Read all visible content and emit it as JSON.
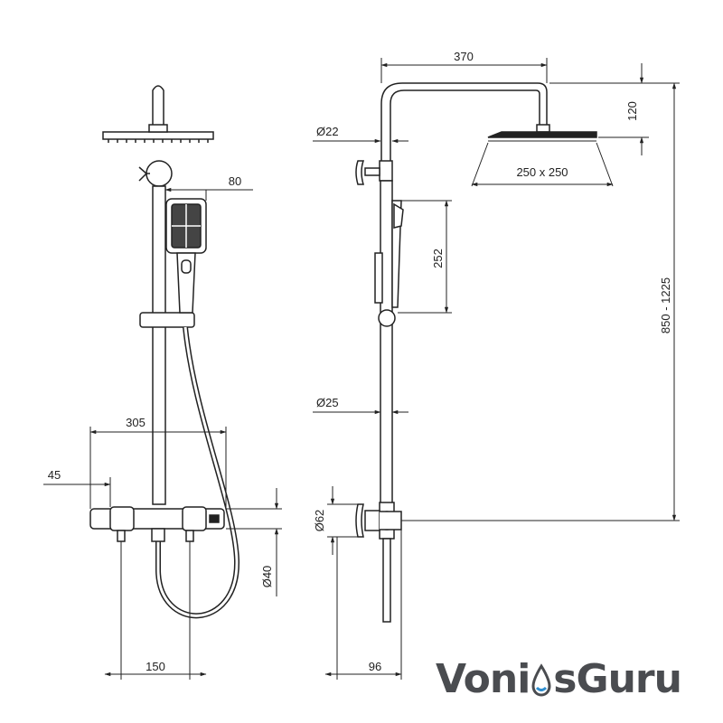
{
  "dimensions": {
    "head_offset": "370",
    "head_drop": "120",
    "pipe_diameter_upper": "Ø22",
    "head_size": "250 x 250",
    "handshower_length": "252",
    "height_range": "850 - 1225",
    "pipe_diameter_lower": "Ø25",
    "handshower_offset": "80",
    "mixer_width": "305",
    "mixer_edge": "45",
    "mixer_body_diameter": "Ø62",
    "mixer_diameter": "Ø40",
    "inlet_spacing": "150",
    "wall_offset": "96"
  },
  "brand": {
    "part1": "Voni",
    "part2": "sGuru",
    "accent_color": "#2f8fd0",
    "text_color": "#4a4c50"
  }
}
